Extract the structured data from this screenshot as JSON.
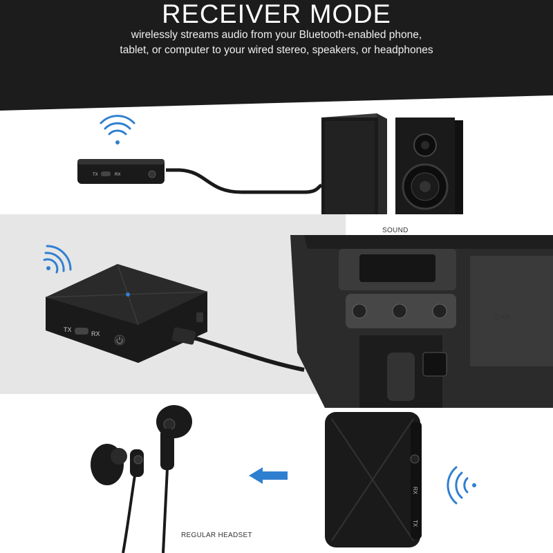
{
  "header": {
    "title": "RECEIVER MODE",
    "subtitle_line1": "wirelessly streams audio from your Bluetooth-enabled phone,",
    "subtitle_line2": "tablet, or computer to your wired stereo, speakers, or headphones"
  },
  "scenes": {
    "speakers": {
      "label": "SOUND"
    },
    "car": {
      "label": "CAR"
    },
    "headset": {
      "label": "REGULAR HEADSET"
    }
  },
  "device": {
    "tx_label": "TX",
    "rx_label": "RX"
  },
  "colors": {
    "header_bg": "#1c1c1c",
    "accent_blue": "#2f7fd0",
    "device_black": "#1a1a1a"
  },
  "icons": [
    "wireless-signal-icon",
    "arrow-left-icon",
    "power-button-icon"
  ]
}
